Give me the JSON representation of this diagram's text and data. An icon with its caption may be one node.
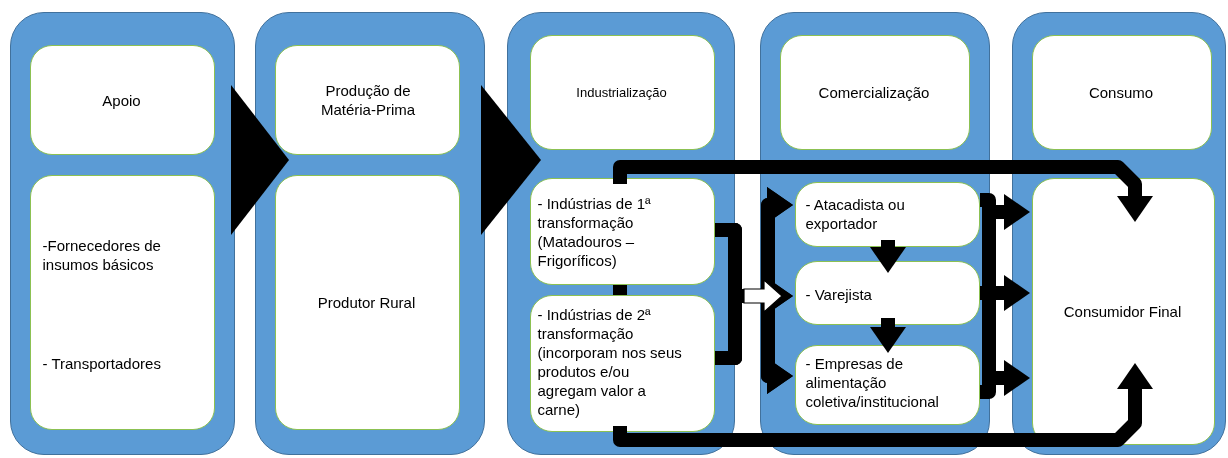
{
  "diagram": {
    "nodes": [
      {
        "text": [],
        "shape": "box"
      },
      {
        "text": [
          "Apoio"
        ],
        "in": 0
      },
      {
        "text": [
          "-Fornecedores de insumos básicos",
          "- Transportadores"
        ],
        "in": 0
      },
      {
        "text": [],
        "shape": "box"
      },
      {
        "text": [
          "Produção de Matéria-Prima"
        ],
        "in": 3
      },
      {
        "text": [
          "Produtor Rural"
        ],
        "in": 3
      },
      {
        "text": [],
        "shape": "box"
      },
      {
        "text": [
          "Industrialização"
        ],
        "in": 6
      },
      {
        "text": [
          "- Indústrias de 1ª transformação (Matadouros – Frigoríficos)"
        ],
        "in": 6
      },
      {
        "text": [
          "- Indústrias de 2ª transformação (incorporam nos seus produtos e/ou agregam valor a carne)"
        ],
        "in": 6
      },
      {
        "text": [],
        "shape": "box"
      },
      {
        "text": [
          "Comercialização"
        ],
        "in": 10
      },
      {
        "text": [
          "- Atacadista ou exportador"
        ],
        "in": 10
      },
      {
        "text": [
          "- Varejista"
        ],
        "in": 10
      },
      {
        "text": [
          "- Empresas de alimentação coletiva/institucional"
        ],
        "in": 10
      },
      {
        "text": [],
        "shape": "box"
      },
      {
        "text": [
          "Consumo"
        ],
        "in": 15
      },
      {
        "text": [
          "Consumidor Final"
        ],
        "in": 15
      }
    ],
    "edges": [
      {
        "from": 0,
        "to": 3,
        "arrow": "to"
      },
      {
        "from": 3,
        "to": 6,
        "arrow": "to"
      },
      {
        "from": 8,
        "to": 17,
        "arrow": "to"
      },
      {
        "from": 9,
        "to": 17,
        "arrow": "to"
      },
      {
        "from": 8,
        "to": 9,
        "arrow": "none"
      },
      {
        "from": 8,
        "to": 12,
        "arrow": "to"
      },
      {
        "from": 8,
        "to": 13,
        "arrow": "to"
      },
      {
        "from": 8,
        "to": 14,
        "arrow": "to"
      },
      {
        "from": 9,
        "to": 12,
        "arrow": "to"
      },
      {
        "from": 9,
        "to": 13,
        "arrow": "to"
      },
      {
        "from": 9,
        "to": 14,
        "arrow": "to"
      },
      {
        "from": 12,
        "to": 13,
        "arrow": "to"
      },
      {
        "from": 13,
        "to": 14,
        "arrow": "to"
      },
      {
        "from": 12,
        "to": 17,
        "arrow": "to"
      },
      {
        "from": 13,
        "to": 17,
        "arrow": "to"
      },
      {
        "from": 14,
        "to": 17,
        "arrow": "to"
      }
    ]
  }
}
